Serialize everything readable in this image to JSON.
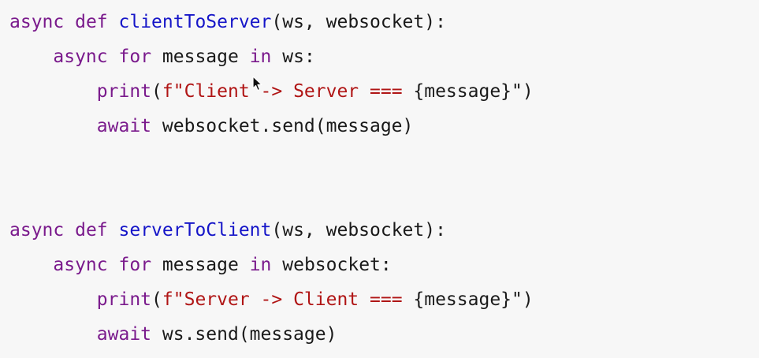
{
  "code": {
    "kw_async": "async",
    "kw_def": "def",
    "kw_for": "for",
    "kw_in": "in",
    "kw_print": "print",
    "kw_await": "await",
    "fn1_name": "clientToServer",
    "fn2_name": "serverToClient",
    "params": "(ws, websocket):",
    "var_message": "message",
    "iter1": "ws:",
    "iter2": "websocket:",
    "paren_open": "(",
    "paren_close_quote": "\")",
    "fstring_prefix": "f\"",
    "str1": "Client -> Server === ",
    "str2": "Server -> Client === ",
    "interp": "{message}",
    "send1": "websocket.send(message)",
    "send2": "ws.send(message)"
  },
  "colors": {
    "keyword": "#7a1a8c",
    "function": "#1515c8",
    "string": "#b01515",
    "text": "#1a1a1a",
    "background": "#f7f7f7"
  },
  "icons": {
    "cursor": "mouse-pointer-icon"
  }
}
